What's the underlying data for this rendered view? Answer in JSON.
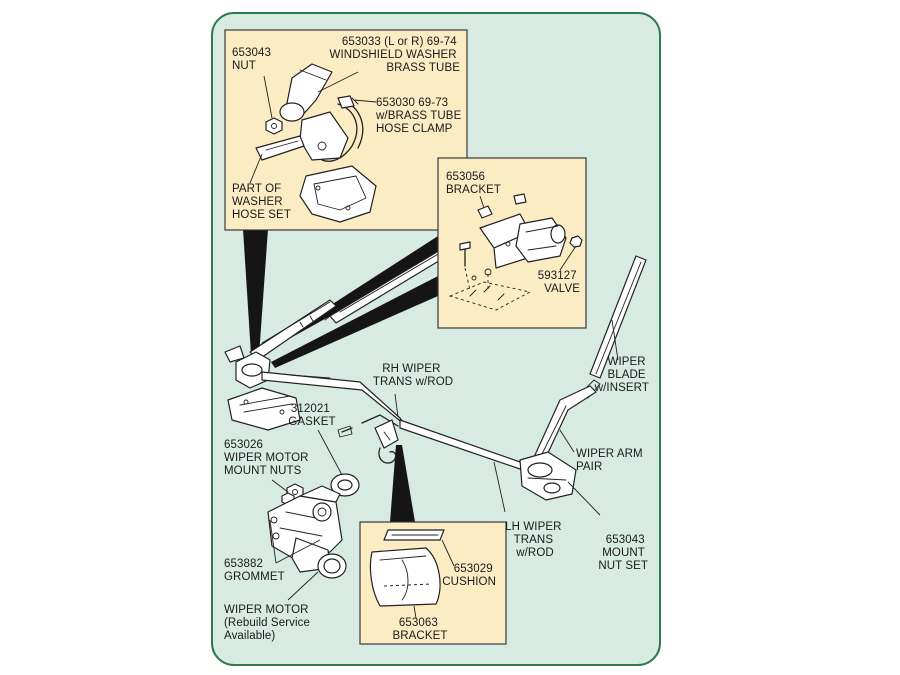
{
  "colors": {
    "panel_fill": "#d7ebe2",
    "panel_border": "#2e7a4e",
    "inset_fill": "#fbecc4",
    "inset_border": "#3a3a3a",
    "callout_beam": "#151515",
    "line_art": "#222222"
  },
  "insets": {
    "washer_tube": {
      "part_653033": [
        "653033 (L or R) 69-74",
        "WINDSHIELD WASHER",
        "BRASS TUBE"
      ],
      "part_653043_nut": [
        "653043",
        "NUT"
      ],
      "part_653030": [
        "653030  69-73",
        "w/BRASS TUBE",
        "HOSE CLAMP"
      ],
      "washer_hose": [
        "PART OF",
        "WASHER",
        "HOSE SET"
      ]
    },
    "valve_bracket": {
      "part_653056": [
        "653056",
        "BRACKET"
      ],
      "part_593127": [
        "593127",
        "VALVE"
      ]
    },
    "cushion_bracket": {
      "part_653029": [
        "653029",
        "CUSHION"
      ],
      "part_653063": [
        "653063",
        "BRACKET"
      ]
    }
  },
  "callouts": {
    "rh_wiper_trans": [
      "RH WIPER",
      "TRANS w/ROD"
    ],
    "gasket": [
      "312021",
      "GASKET"
    ],
    "mount_nuts": [
      "653026",
      "WIPER MOTOR",
      "MOUNT NUTS"
    ],
    "grommet": [
      "653882",
      "GROMMET"
    ],
    "wiper_motor": [
      "WIPER MOTOR",
      "(Rebuild Service",
      "Available)"
    ],
    "wiper_blade": [
      "WIPER",
      "BLADE",
      "w/INSERT"
    ],
    "wiper_arm": [
      "WIPER ARM",
      "PAIR"
    ],
    "lh_wiper_trans": [
      "LH WIPER",
      "TRANS",
      "w/ROD"
    ],
    "mount_nut_set": [
      "653043",
      "MOUNT",
      "NUT SET"
    ]
  }
}
